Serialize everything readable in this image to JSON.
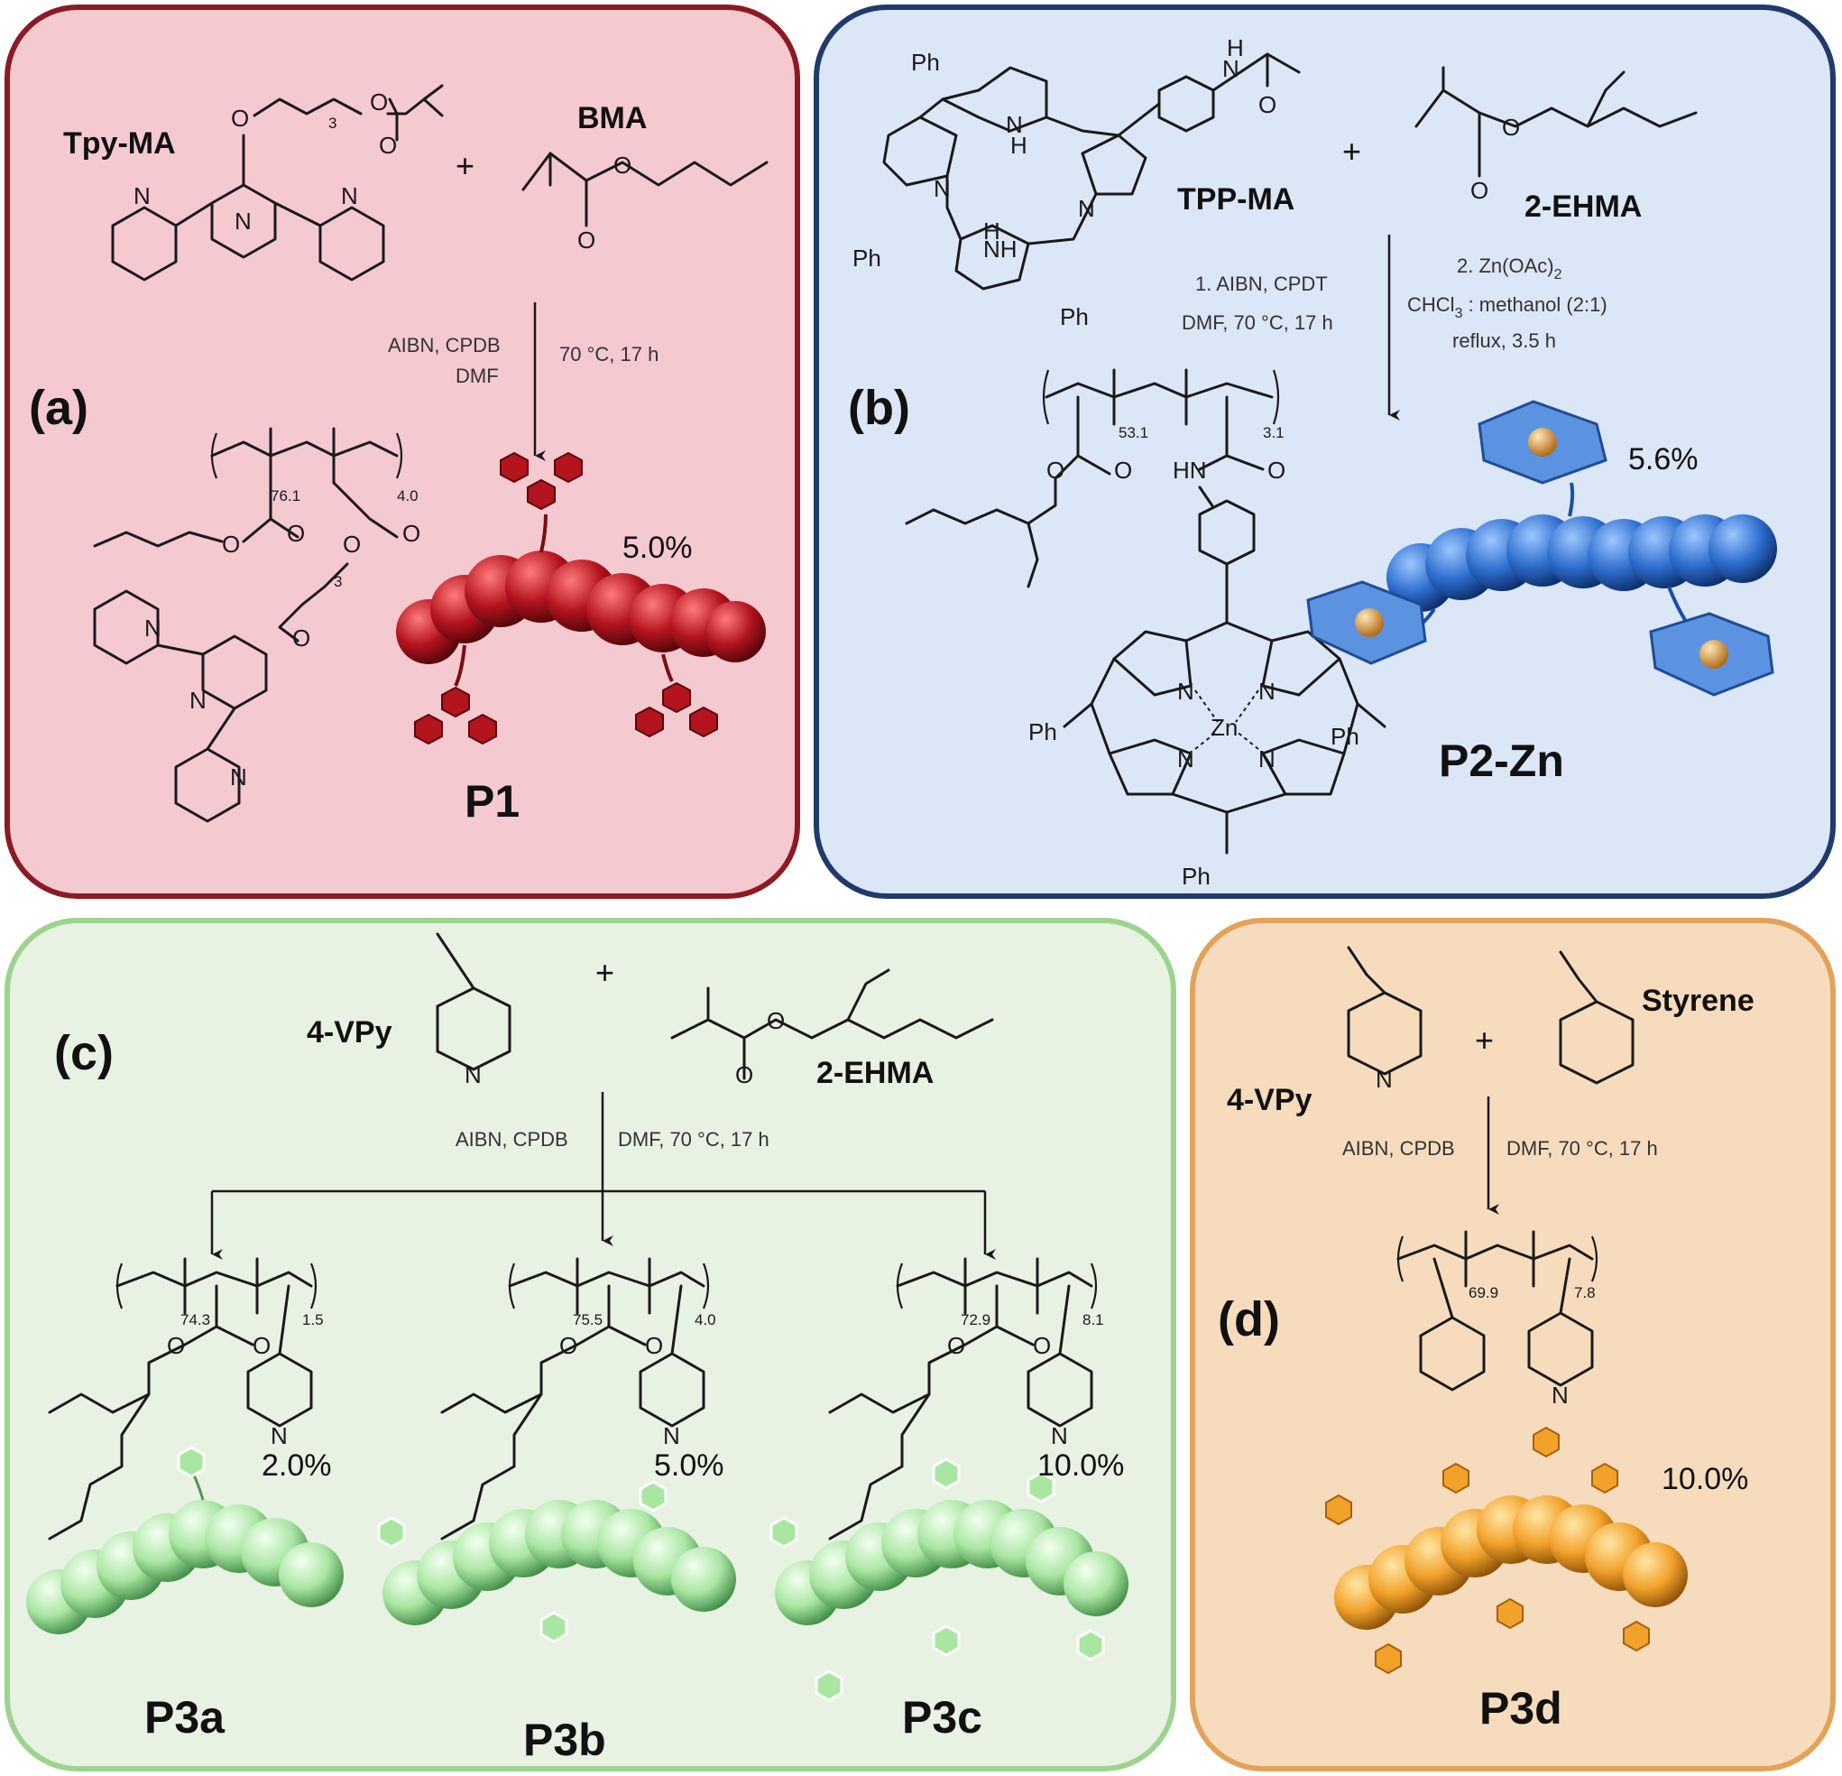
{
  "panels": {
    "a": {
      "label": "(a)",
      "monomer1": "Tpy-MA",
      "monomer2": "BMA",
      "plus": "+",
      "cond_left_1": "AIBN, CPDB",
      "cond_left_2": "DMF",
      "cond_right": "70 °C, 17 h",
      "sub_x": "76.1",
      "sub_y": "4.0",
      "sub_n": "3",
      "sub_n2": "3",
      "atom_o": "O",
      "atom_n": "N",
      "percent": "5.0%",
      "product": "P1",
      "fill": "#f5c9d0",
      "border": "#8b1a24",
      "bead": "#b3141e"
    },
    "b": {
      "label": "(b)",
      "monomer1": "TPP-MA",
      "monomer2": "2-EHMA",
      "plus": "+",
      "ph": "Ph",
      "nh": "NH",
      "hn": "HN",
      "h": "H",
      "n": "N",
      "o": "O",
      "zn": "Zn",
      "cond_1a": "1. AIBN, CPDT",
      "cond_1b": "DMF, 70 °C, 17 h",
      "cond_2a": "2. Zn(OAc)",
      "cond_2a_sub": "2",
      "cond_2b_pre": "CHCl",
      "cond_2b_sub": "3",
      "cond_2b_post": " : methanol (2:1)",
      "cond_2c": "reflux, 3.5 h",
      "sub_x": "53.1",
      "sub_y": "3.1",
      "percent": "5.6%",
      "product": "P2-Zn",
      "fill": "#dbe6f6",
      "border": "#1f3a6b",
      "bead": "#2f6fcf"
    },
    "c": {
      "label": "(c)",
      "monomer1": "4-VPy",
      "monomer2": "2-EHMA",
      "plus": "+",
      "n": "N",
      "o": "O",
      "cond_left": "AIBN, CPDB",
      "cond_right": "DMF, 70 °C, 17 h",
      "products": [
        {
          "name": "P3a",
          "x": "74.3",
          "y": "1.5",
          "percent": "2.0%"
        },
        {
          "name": "P3b",
          "x": "75.5",
          "y": "4.0",
          "percent": "5.0%"
        },
        {
          "name": "P3c",
          "x": "72.9",
          "y": "8.1",
          "percent": "10.0%"
        }
      ],
      "fill": "#e7f2e2",
      "border": "#9ed38f",
      "bead": "#9fe39a"
    },
    "d": {
      "label": "(d)",
      "monomer1": "4-VPy",
      "monomer2": "Styrene",
      "plus": "+",
      "n": "N",
      "cond_left": "AIBN, CPDB",
      "cond_right": "DMF, 70 °C, 17 h",
      "sub_x": "69.9",
      "sub_y": "7.8",
      "percent": "10.0%",
      "product": "P3d",
      "fill": "#f6dcbd",
      "border": "#e3a25a",
      "bead": "#f2a22b"
    }
  }
}
